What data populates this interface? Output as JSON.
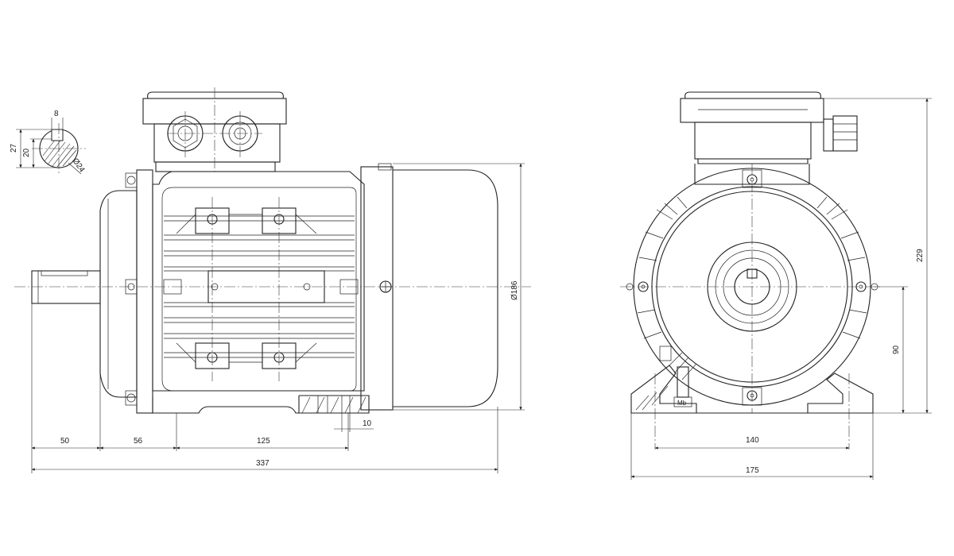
{
  "dimensions": {
    "keyway_width": "8",
    "keyway_depth_outer": "27",
    "keyway_depth_inner": "20",
    "shaft_diameter": "Ø24",
    "shaft_length": "50",
    "shoulder_to_foot": "56",
    "foot_hole_spacing_side": "125",
    "foot_thickness": "10",
    "overall_length": "337",
    "housing_diameter": "Ø186",
    "overall_height": "229",
    "shaft_height": "90",
    "foot_hole_spacing_front": "140",
    "foot_width": "175",
    "grounding_mark": "Mb"
  }
}
